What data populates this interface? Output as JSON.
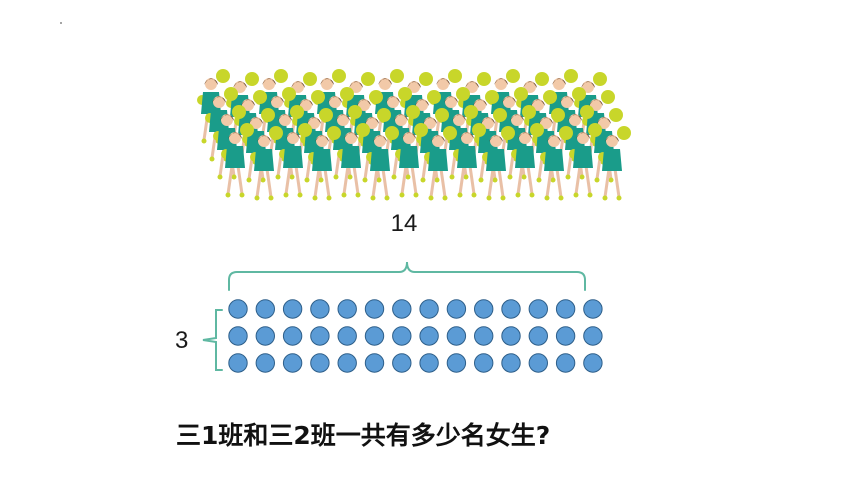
{
  "diagram": {
    "top_count_label": "14",
    "side_count_label": "3",
    "question": "三1班和三2班一共有多少名女生?",
    "colors": {
      "dot_fill": "#5b9bd5",
      "dot_stroke": "#2e5f8a",
      "brace": "#5fb8a2",
      "shirt": "#1a9c8a",
      "pompom": "#c8d62a",
      "hair": "#5a3a1e",
      "skin": "#f2c9a8",
      "leg": "#e9c0a6"
    },
    "dot_grid": {
      "rows": 3,
      "columns": 14
    },
    "figure_crowd": {
      "rows": 4,
      "per_row": 14
    }
  }
}
